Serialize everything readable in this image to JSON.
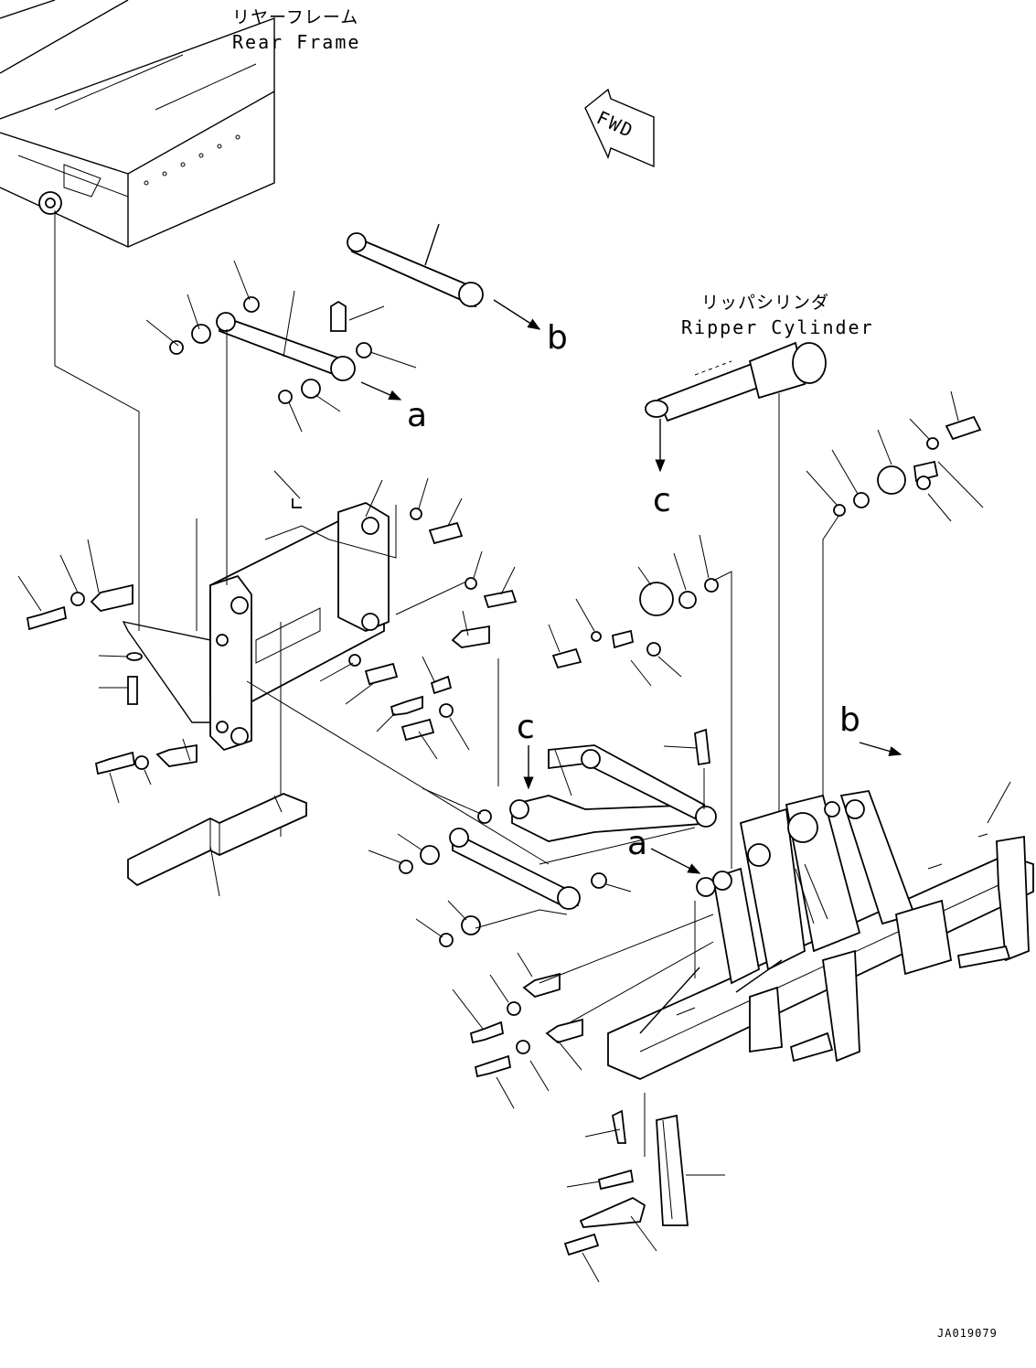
{
  "labels": {
    "rear_frame_jp": "リヤーフレーム",
    "rear_frame_en": "Rear Frame",
    "ripper_cylinder_jp": "リッパシリンダ",
    "ripper_cylinder_en": "Ripper Cylinder",
    "fwd": "FWD",
    "doc_id": "JA019079"
  },
  "callouts": {
    "a_top": "a",
    "b_top": "b",
    "c_top": "c",
    "c_mid": "c",
    "b_right": "b",
    "a_mid": "a"
  }
}
